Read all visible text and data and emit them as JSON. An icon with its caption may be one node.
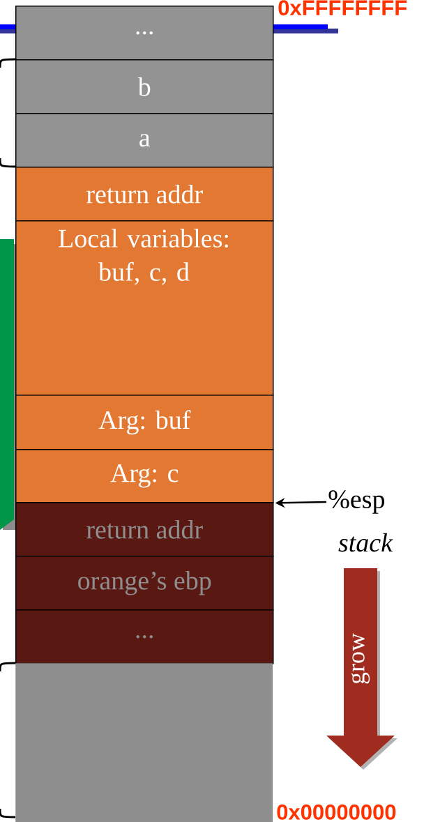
{
  "diagram": {
    "nodes": [
      {
        "text": [
          "..."
        ]
      },
      {
        "text": [
          "b"
        ]
      },
      {
        "text": [
          "a"
        ]
      },
      {
        "text": [
          "return addr"
        ]
      },
      {
        "text": [
          "Local variables: buf, c, d"
        ]
      },
      {
        "text": [
          "Arg: buf"
        ]
      },
      {
        "text": [
          "Arg: c"
        ]
      },
      {
        "text": [
          "return addr"
        ]
      },
      {
        "text": [
          "orange’s ebp"
        ]
      },
      {
        "text": [
          "..."
        ]
      },
      {
        "text": [],
        "shape": "box"
      },
      {
        "text": [
          "%esp"
        ]
      },
      {
        "text": [
          "grow"
        ]
      }
    ],
    "edges": [
      {
        "from": 11,
        "to": 6,
        "arrow": "to"
      }
    ],
    "labels": [
      "0xFFFFFFFF",
      "stack",
      "0x00000000"
    ]
  }
}
